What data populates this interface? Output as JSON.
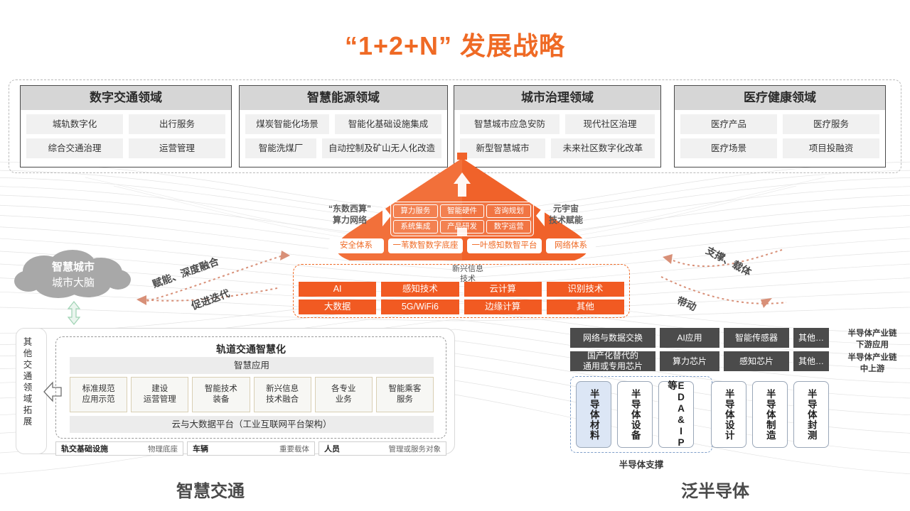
{
  "title": "“1+2+N” 发展战略",
  "domains": [
    {
      "name": "数字交通领域",
      "rows": [
        [
          "城轨数字化",
          "出行服务"
        ],
        [
          "综合交通治理",
          "运营管理"
        ]
      ]
    },
    {
      "name": "智慧能源领域",
      "rows": [
        [
          "煤炭智能化场景",
          "智能化基础设施集成"
        ],
        [
          "智能洗煤厂",
          "自动控制及矿山无人化改造"
        ]
      ]
    },
    {
      "name": "城市治理领域",
      "rows": [
        [
          "智慧城市应急安防",
          "现代社区治理"
        ],
        [
          "新型智慧城市",
          "未来社区数字化改革"
        ]
      ]
    },
    {
      "name": "医疗健康领域",
      "rows": [
        [
          "医疗产品",
          "医疗服务"
        ],
        [
          "医疗场景",
          "项目投融资"
        ]
      ]
    }
  ],
  "centre": {
    "left_label_line1": "“东数西算”",
    "left_label_line2": "算力网络",
    "right_label_line1": "元宇宙",
    "right_label_line2": "技术赋能",
    "core_rows": [
      [
        "算力服务",
        "智能硬件",
        "咨询规划"
      ],
      [
        "系统集成",
        "产品研发",
        "数字运营"
      ]
    ],
    "base_row": [
      "安全体系",
      "一苇数智数字底座",
      "一叶感知数智平台",
      "网络体系"
    ]
  },
  "emerging": {
    "caption_line1": "新兴信息",
    "caption_line2": "技术",
    "rows": [
      [
        "AI",
        "感知技术",
        "云计算",
        "识别技术"
      ],
      [
        "大数据",
        "5G/WiFi6",
        "边缘计算",
        "其他"
      ]
    ]
  },
  "cloud": {
    "line1": "智慧城市",
    "line2": "城市大脑"
  },
  "arrows": {
    "left_top": "赋能、深度融合",
    "left_bottom": "促进迭代",
    "right_top": "支撑、载体",
    "right_bottom": "带动"
  },
  "rail": {
    "other_extension": "其他交通领域拓展",
    "title": "轨道交通智慧化",
    "application_band": "智慧应用",
    "cells": [
      {
        "l1": "标准规范",
        "l2": "应用示范"
      },
      {
        "l1": "建设",
        "l2": "运营管理"
      },
      {
        "l1": "智能技术",
        "l2": "装备"
      },
      {
        "l1": "新兴信息",
        "l2": "技术融合"
      },
      {
        "l1": "各专业",
        "l2": "业务"
      },
      {
        "l1": "智能乘客",
        "l2": "服务"
      }
    ],
    "platform_band": "云与大数据平台（工业互联网平台架构）",
    "footer": [
      {
        "key": "轨交基础设施",
        "value": "物理底座"
      },
      {
        "key": "车辆",
        "value": "重要载体"
      },
      {
        "key": "人员",
        "value": "管理或服务对象"
      }
    ]
  },
  "semiconductor": {
    "row_downstream": [
      "网络与数据交换",
      "AI应用",
      "智能传感器",
      "其他…"
    ],
    "row_upstream": [
      {
        "l1": "国产化替代的",
        "l2": "通用或专用芯片"
      },
      {
        "l1": "算力芯片",
        "l2": ""
      },
      {
        "l1": "感知芯片",
        "l2": ""
      },
      {
        "l1": "其他…",
        "l2": ""
      }
    ],
    "side_downstream_l1": "半导体产业链",
    "side_downstream_l2": "下游应用",
    "side_upstream_l1": "半导体产业链",
    "side_upstream_l2": "中上游",
    "vboxes": [
      "半导体材料",
      "半导体设备",
      "EDA&IP等",
      "半导体设计",
      "半导体制造",
      "半导体封测"
    ],
    "support_label": "半导体支撑"
  },
  "footer_titles": {
    "left": "智慧交通",
    "right": "泛半导体"
  },
  "colors": {
    "accent": "#ef6a25",
    "orange_fill": "#f15a22",
    "dark": "#4b4b4b",
    "blue": "#dce6f5"
  }
}
